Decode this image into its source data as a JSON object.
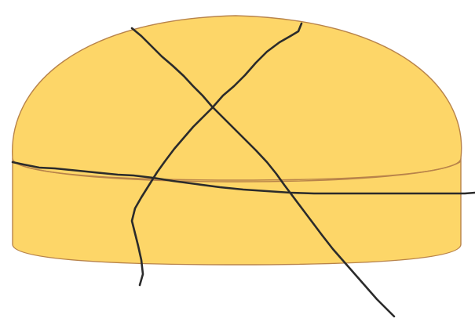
{
  "figure": {
    "shape": "dome-cylinder",
    "fill_color": "#FDD668",
    "outline_color": "#B8834A",
    "cut_color": "#2B2B2B",
    "cut_lines": [
      {
        "name": "horizontal-cut"
      },
      {
        "name": "diagonal-cut-left"
      },
      {
        "name": "diagonal-cut-right"
      }
    ]
  }
}
